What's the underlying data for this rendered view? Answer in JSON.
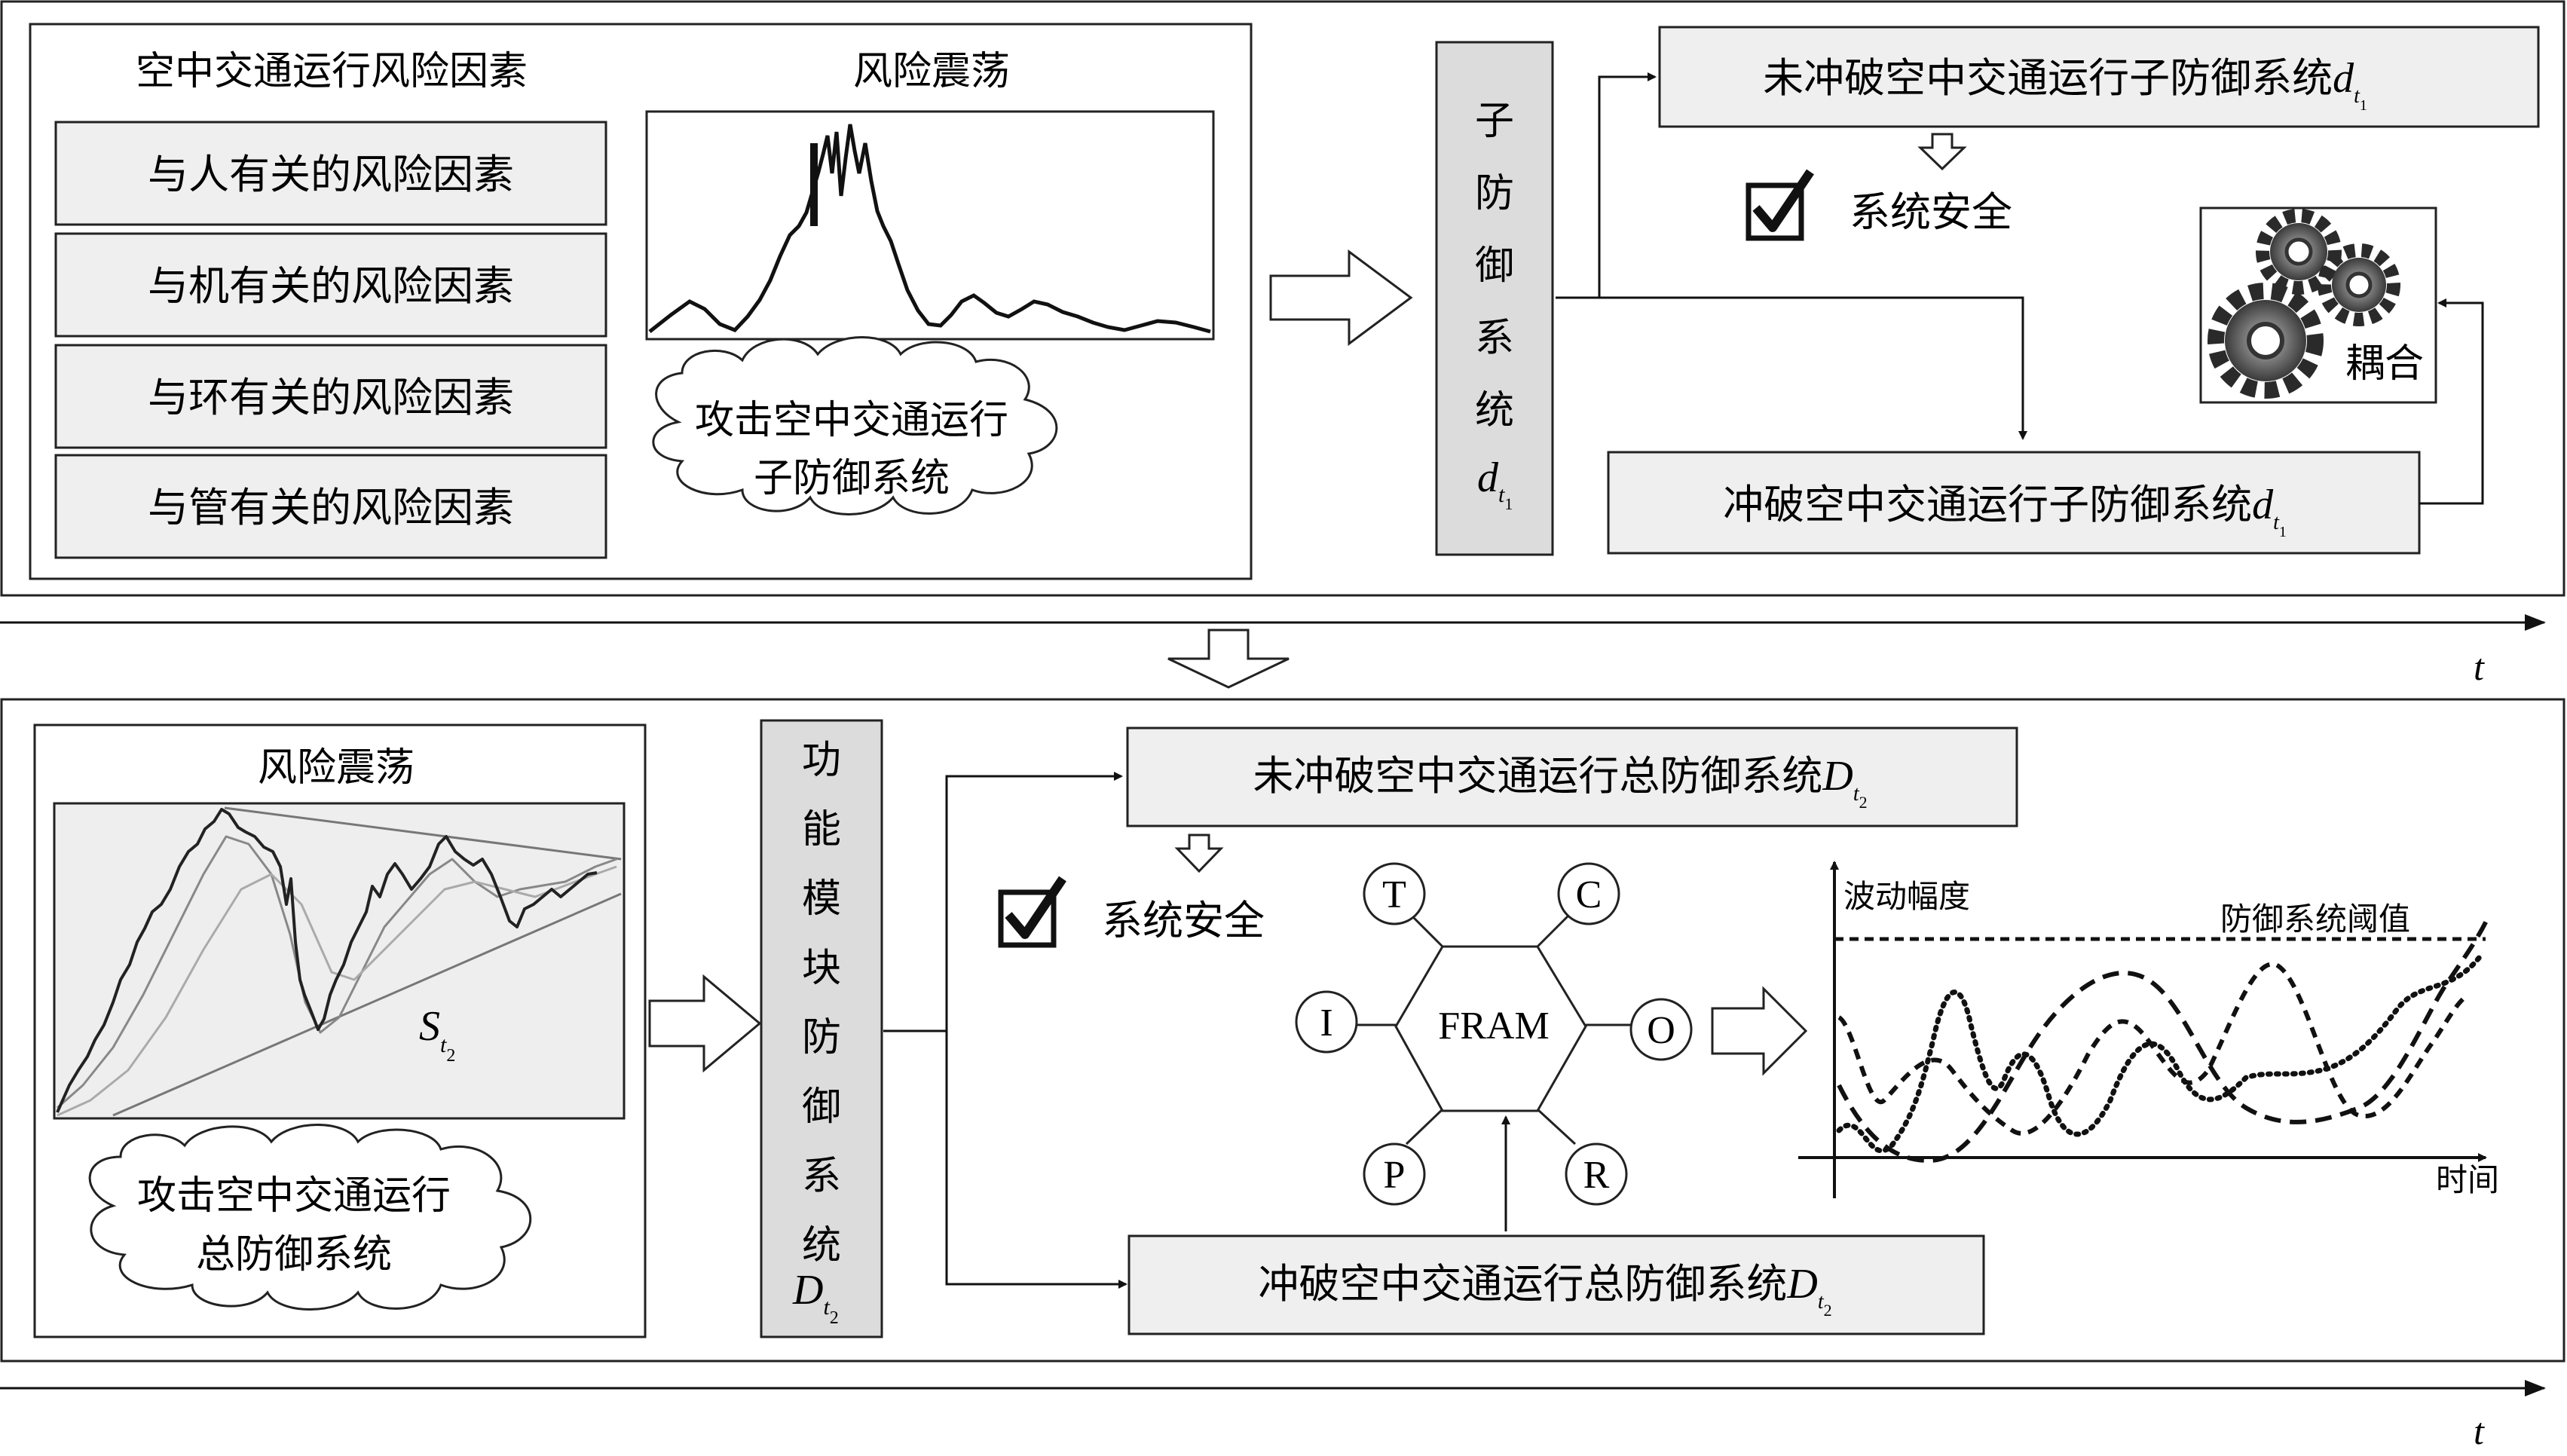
{
  "top": {
    "factors_title": "空中交通运行风险因素",
    "factors": [
      "与人有关的风险因素",
      "与机有关的风险因素",
      "与环有关的风险因素",
      "与管有关的风险因素"
    ],
    "osc_title": "风险震荡",
    "cloud_line1": "攻击空中交通运行",
    "cloud_line2": "子防御系统",
    "subsystem_chars": [
      "子",
      "防",
      "御",
      "系",
      "统"
    ],
    "subsystem_var": "d",
    "subsystem_sub1": "t",
    "subsystem_sub2": "1",
    "not_breached": "未冲破空中交通运行子防御系统",
    "breached": "冲破空中交通运行子防御系统",
    "safe": "系统安全",
    "coupling": "耦合",
    "time_label": "t"
  },
  "bottom": {
    "osc_title": "风险震荡",
    "s_var": "S",
    "s_sub1": "t",
    "s_sub2": "2",
    "cloud_line1": "攻击空中交通运行",
    "cloud_line2": "总防御系统",
    "module_chars": [
      "功",
      "能",
      "模",
      "块",
      "防",
      "御",
      "系",
      "统"
    ],
    "module_var": "D",
    "module_sub1": "t",
    "module_sub2": "2",
    "not_breached": "未冲破空中交通运行总防御系统",
    "breached": "冲破空中交通运行总防御系统",
    "safe": "系统安全",
    "fram_center": "FRAM",
    "fram_nodes": [
      "T",
      "C",
      "I",
      "O",
      "P",
      "R"
    ],
    "chart_ylabel": "波动幅度",
    "chart_xlabel": "时间",
    "threshold_label": "防御系统阈值",
    "time_label": "t"
  }
}
